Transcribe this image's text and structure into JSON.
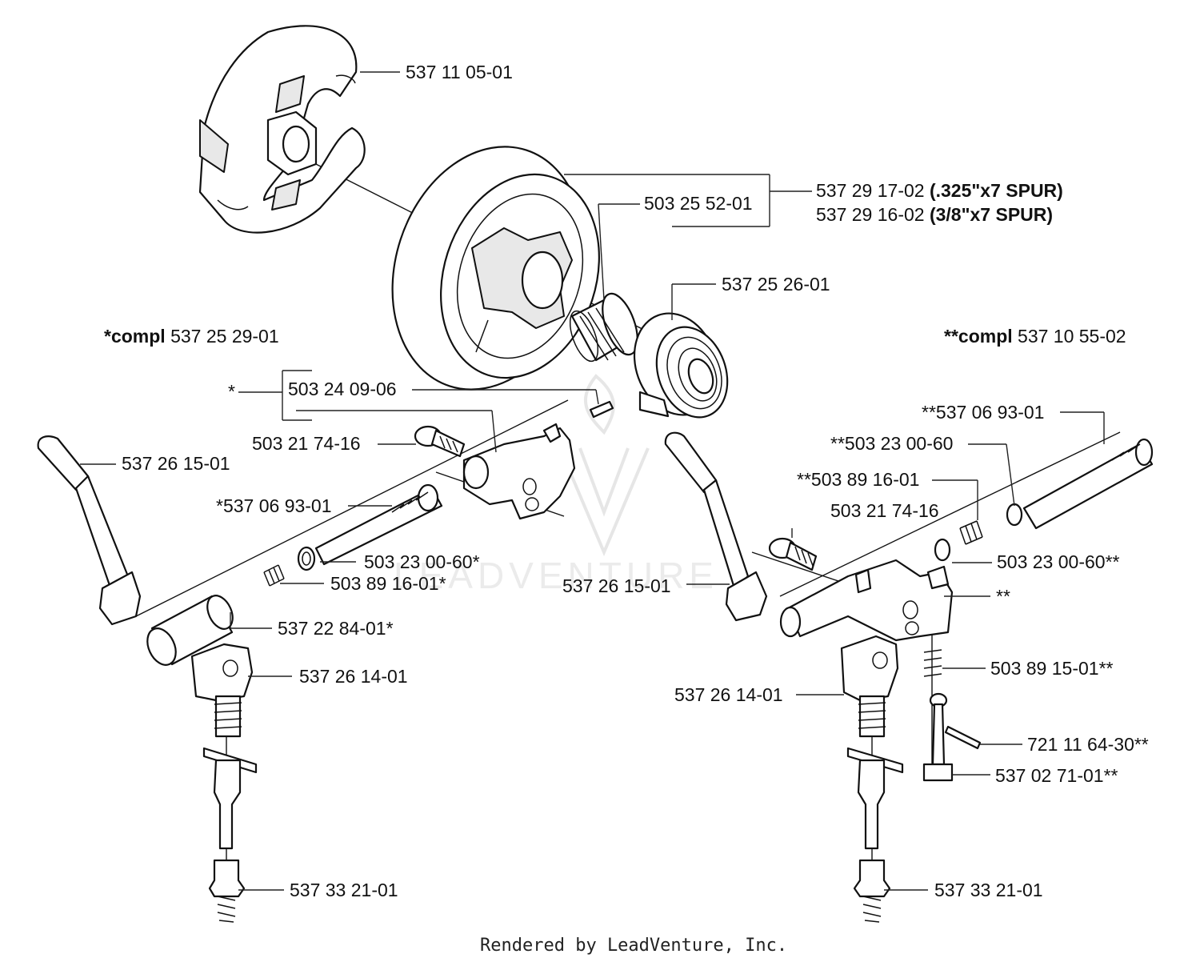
{
  "labels": {
    "clutch": "537 11 05-01",
    "drum_a": "537 29 17-02",
    "drum_a_spec": "(.325\"x7 SPUR)",
    "drum_b": "537 29 16-02",
    "drum_b_spec": "(3/8\"x7 SPUR)",
    "bearing": "503 25 52-01",
    "drive_gear": "537 25 26-01",
    "left_compl_prefix": "*compl",
    "left_compl_num": "537 25 29-01",
    "right_compl_prefix": "**compl",
    "right_compl_num": "537 10 55-02",
    "left_star": "*",
    "left_pin": "503 24 09-06",
    "left_screw": "503 21 74-16",
    "left_lever": "537 26 15-01",
    "left_shaft": "*537 06 93-01",
    "left_washer": "503 23 00-60*",
    "left_spring": "503 89 16-01*",
    "left_sleeve": "537 22 84-01*",
    "left_bracket": "537 26 14-01",
    "left_bottom": "537 33 21-01",
    "right_shaft": "**537 06 93-01",
    "right_washer_top": "**503 23 00-60",
    "right_spring_top": "**503 89 16-01",
    "right_screw": "503 21 74-16",
    "right_washer": "503 23 00-60**",
    "right_lever": "537 26 15-01",
    "right_star": "**",
    "right_spring": "503 89 15-01**",
    "right_bracket": "537 26 14-01",
    "right_pin": "721 11 64-30**",
    "right_plunger": "537 02 71-01**",
    "right_bottom": "537 33 21-01"
  },
  "watermark": "LEADVENTURE",
  "footer": "Rendered by LeadVenture, Inc."
}
